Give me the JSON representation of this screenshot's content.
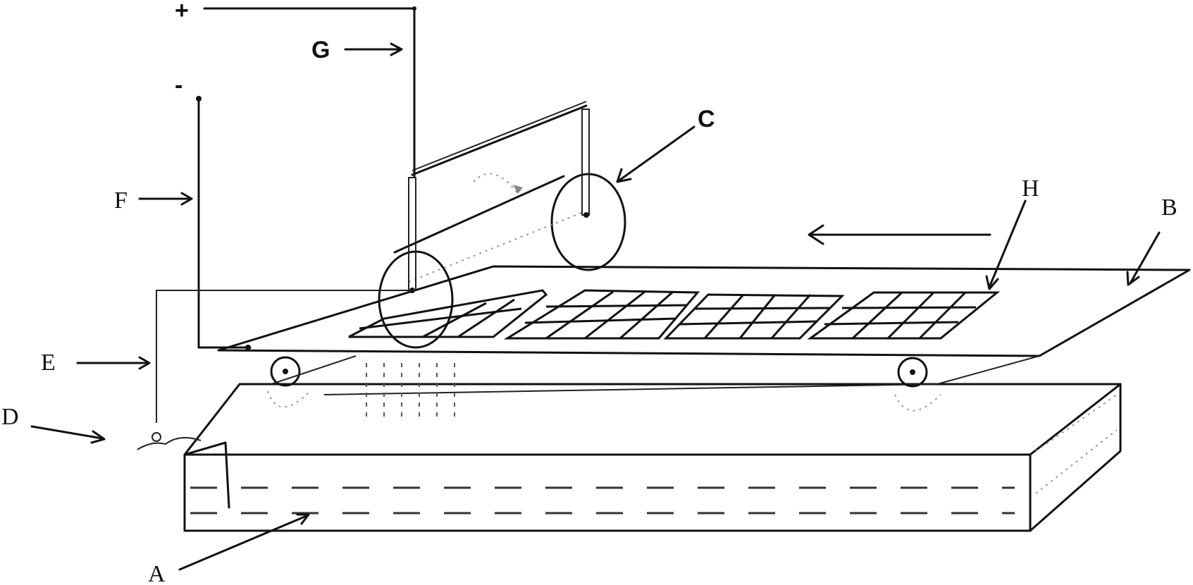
{
  "diagram": {
    "labels": {
      "plus": "+",
      "minus": "-",
      "G": "G",
      "C": "C",
      "F": "F",
      "H": "H",
      "B": "B",
      "E": "E",
      "D": "D",
      "A": "A"
    }
  }
}
